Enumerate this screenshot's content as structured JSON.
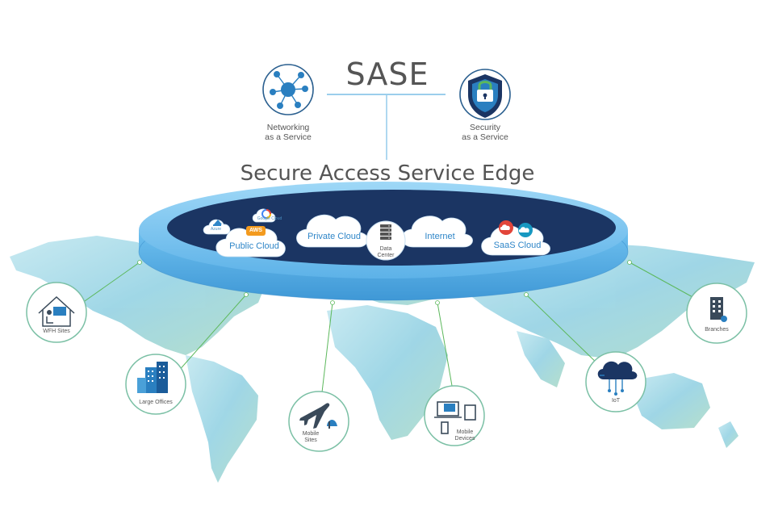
{
  "header": {
    "title": "SASE",
    "subtitle": "Secure Access Service Edge"
  },
  "services": {
    "networking": {
      "label_line1": "Networking",
      "label_line2": "as a Service",
      "icon": "network-hub-icon"
    },
    "security": {
      "label_line1": "Security",
      "label_line2": "as a Service",
      "icon": "shield-lock-icon"
    }
  },
  "ring_items": {
    "public_cloud": {
      "label": "Public Cloud",
      "aws": "AWS",
      "azure": "Azure",
      "gcp": "Google Cloud"
    },
    "private_cloud": {
      "label": "Private Cloud"
    },
    "data_center": {
      "line1": "Data",
      "line2": "Center",
      "icon": "server-rack-icon"
    },
    "internet": {
      "label": "Internet"
    },
    "saas_cloud": {
      "label": "SaaS Cloud"
    }
  },
  "nodes": {
    "wfh": {
      "label": "WFH Sites",
      "icon": "home-worker-icon"
    },
    "large_offices": {
      "label": "Large Offices",
      "icon": "office-building-icon"
    },
    "mobile_sites": {
      "line1": "Mobile",
      "line2": "Sites",
      "icon": "airplane-icon"
    },
    "mobile_devices": {
      "line1": "Mobile",
      "line2": "Devices",
      "icon": "devices-icon"
    },
    "iot": {
      "label": "IoT",
      "icon": "cloud-circuit-icon"
    },
    "branches": {
      "label": "Branches",
      "icon": "branch-building-icon"
    }
  },
  "colors": {
    "ring_outer": "#5cb0e6",
    "ring_inner": "#1b3563",
    "accent": "#2f86c8",
    "connector": "#4caf50",
    "map": "#8fd3e8"
  }
}
